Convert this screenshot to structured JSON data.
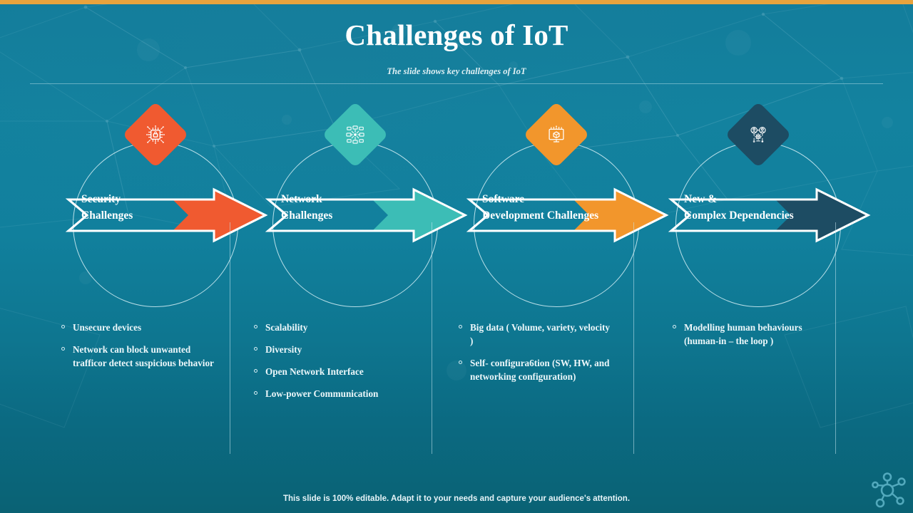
{
  "slide": {
    "title": "Challenges of IoT",
    "subtitle": "The slide shows key challenges of IoT",
    "footer": "This slide is 100% editable.  Adapt it to your needs and capture your audience's attention.",
    "logo_icon": "molecule-network-icon",
    "accent_bar_color": "#e8a33d",
    "background_color": "#11809d"
  },
  "columns": [
    {
      "id": "security",
      "label_line1": "Security",
      "label_line2": "Challenges",
      "color": "#f05a30",
      "icon": "chip-lock-security-icon",
      "bullets": [
        "Unsecure devices",
        "Network can block unwanted trafficor detect suspicious behavior"
      ]
    },
    {
      "id": "network",
      "label_line1": "Network",
      "label_line2": "Challenges",
      "color": "#3cbdb6",
      "icon": "network-topology-icon",
      "bullets": [
        "Scalability",
        "Diversity",
        "Open Network Interface",
        "Low-power Communication"
      ]
    },
    {
      "id": "software-development",
      "label_line1": "Software",
      "label_line2": "Development Challenges",
      "color": "#f2962c",
      "icon": "monitor-cube-software-icon",
      "bullets": [
        "Big data ( Volume, variety, velocity )",
        "Self- configura6tion (SW, HW, and networking configuration)"
      ]
    },
    {
      "id": "new-complex-dependencies",
      "label_line1": "New &",
      "label_line2": "Complex Dependencies",
      "color": "#1d4c63",
      "icon": "people-gear-dependency-icon",
      "bullets": [
        "Modelling human behaviours (human-in – the loop )"
      ]
    }
  ]
}
